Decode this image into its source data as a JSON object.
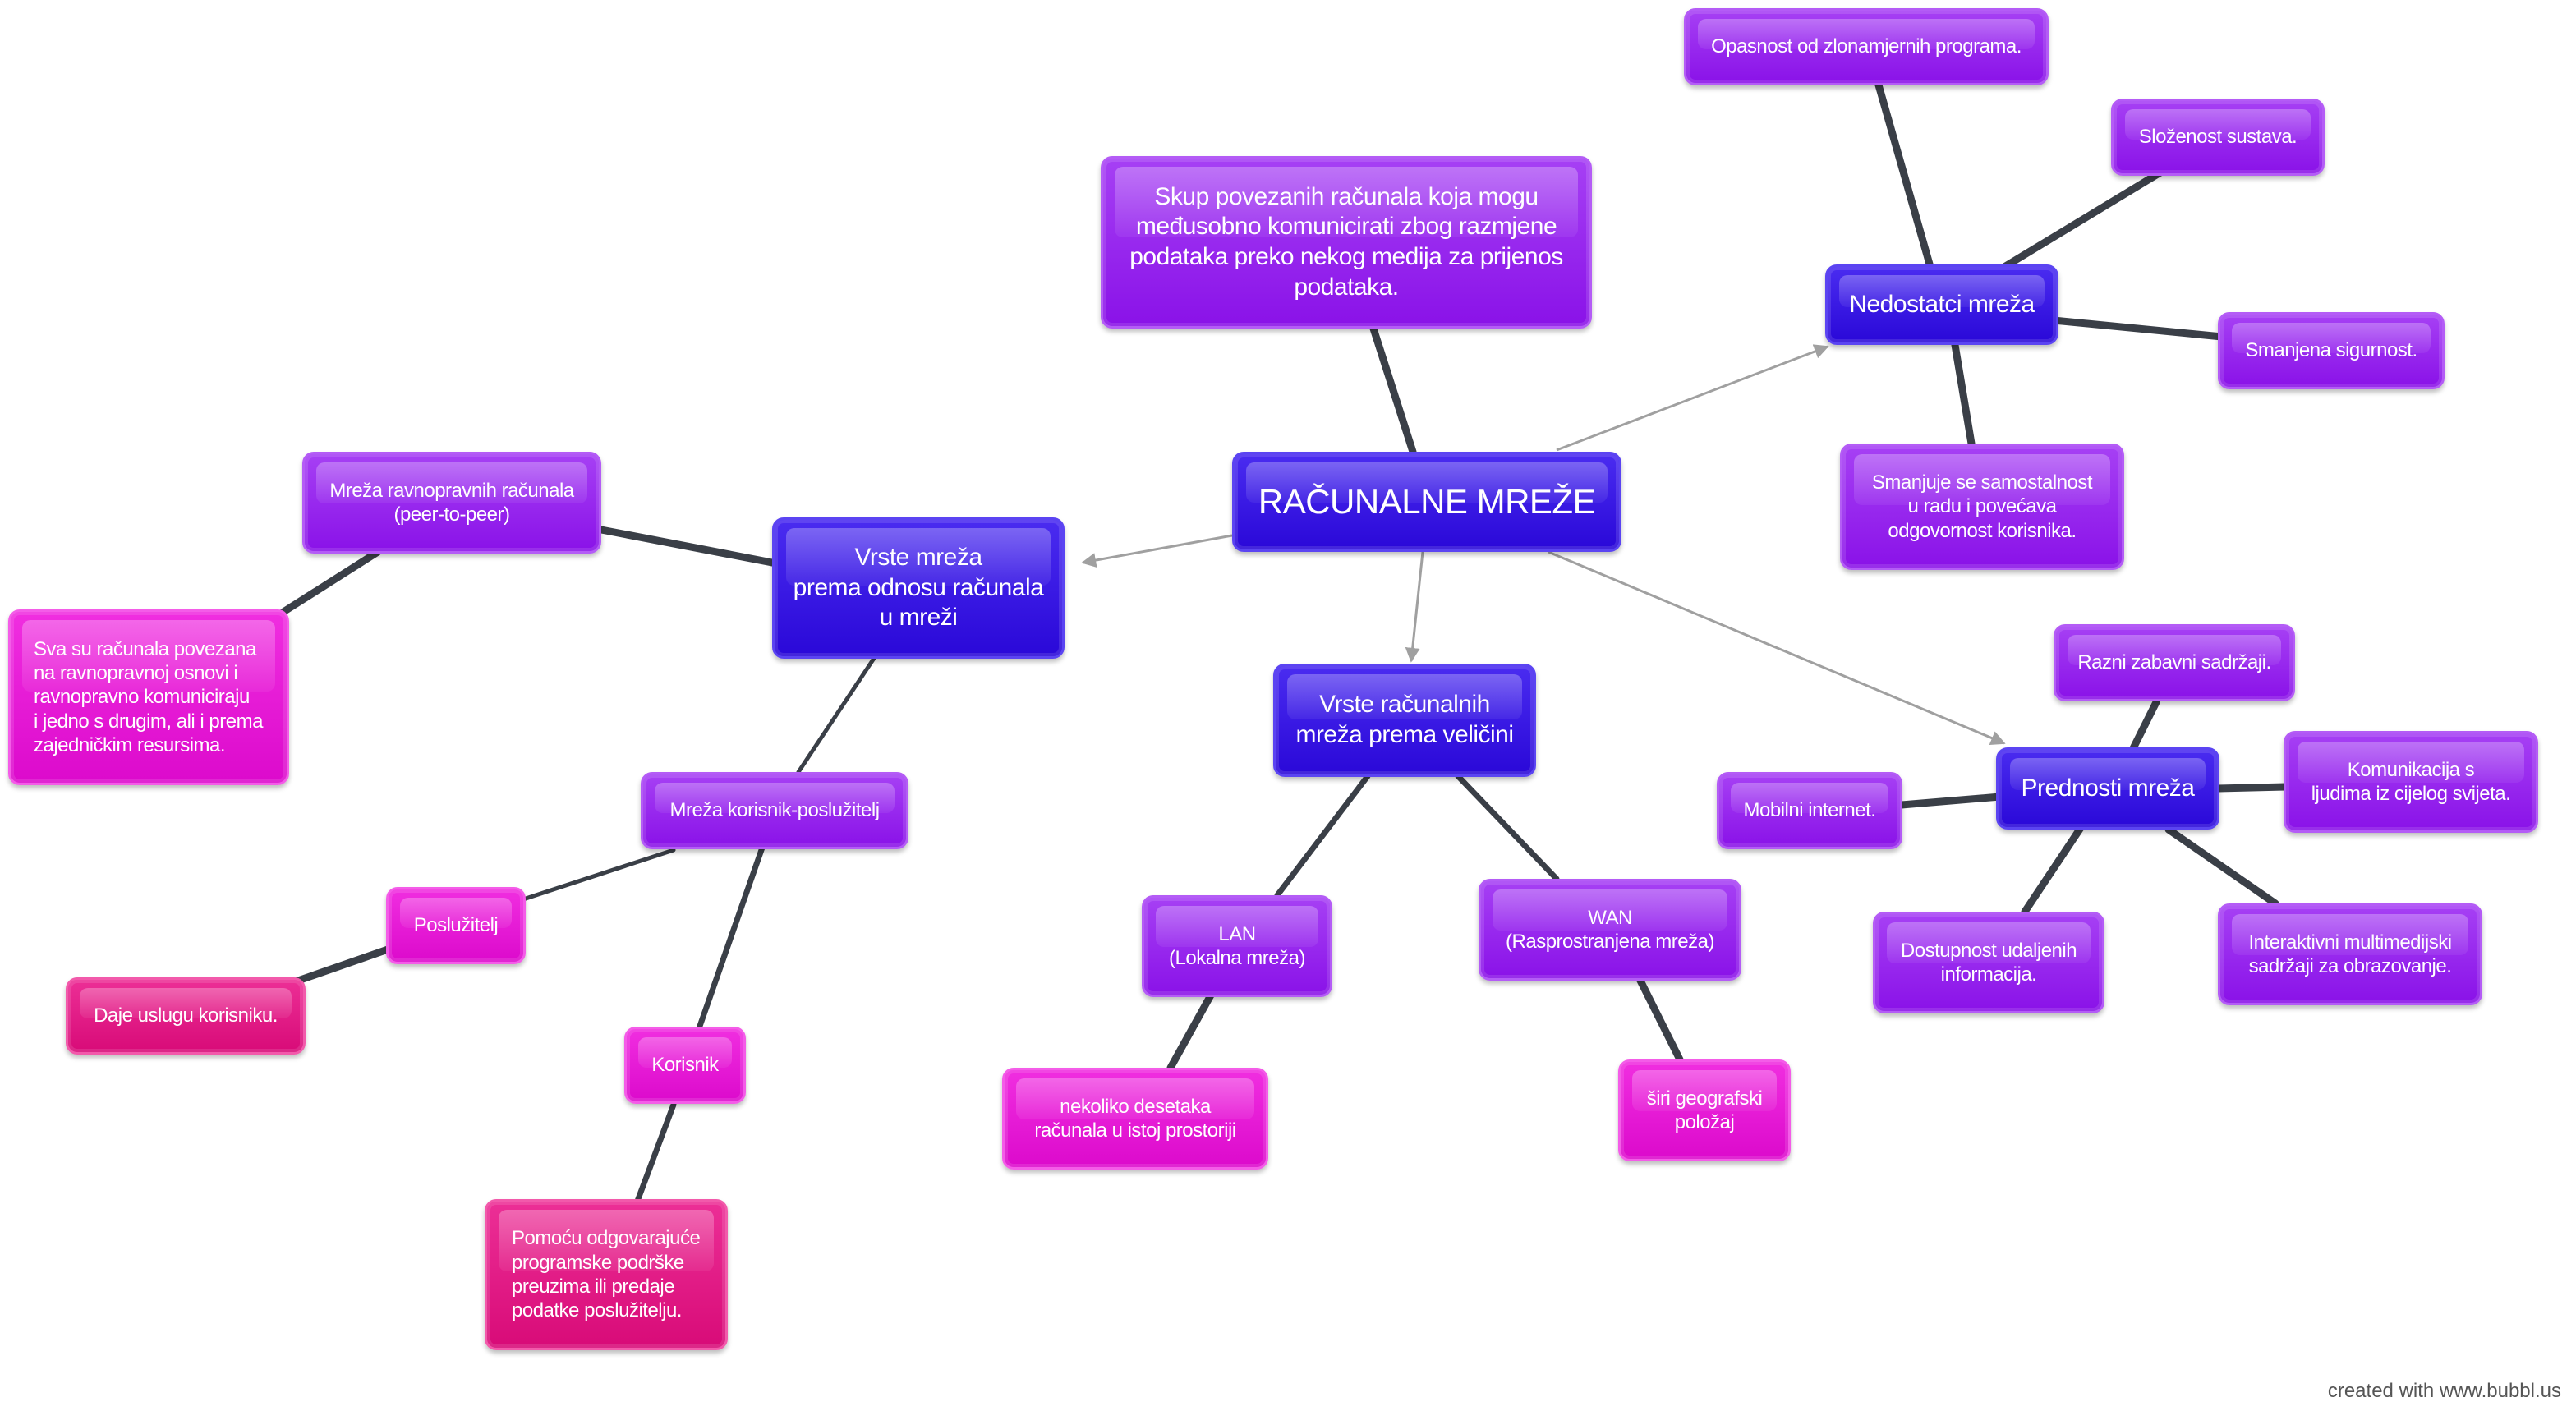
{
  "title": "RAČUNALNE MREŽE",
  "definition": "Skup povezanih računala koja mogu\nmeđusobno komunicirati zbog razmjene\npodataka preko nekog medija za prijenos\npodataka.",
  "disadvantages": {
    "label": "Nedostatci mreža",
    "items": [
      "Opasnost od zlonamjernih programa.",
      "Složenost sustava.",
      "Smanjena sigurnost.",
      "Smanjuje se samostalnost\nu radu i povećava\nodgovornost korisnika."
    ]
  },
  "advantages": {
    "label": "Prednosti mreža",
    "items": [
      "Razni zabavni sadržaji.",
      "Komunikacija s\nljudima iz cijelog svijeta.",
      "Mobilni internet.",
      "Dostupnost udaljenih\ninformacija.",
      "Interaktivni multimedijski\nsadržaji za obrazovanje."
    ]
  },
  "by_size": {
    "label": "Vrste računalnih\nmreža prema veličini",
    "lan": "LAN\n(Lokalna mreža)",
    "lan_desc": "nekoliko desetaka\nračunala  u istoj prostoriji",
    "wan": "WAN\n(Rasprostranjena mreža)",
    "wan_desc": "širi geografski\npoložaj"
  },
  "by_relation": {
    "label": "Vrste mreža\nprema odnosu računala\nu mreži",
    "p2p": "Mreža ravnopravnih računala\n(peer-to-peer)",
    "p2p_desc": "Sva su računala povezana\nna ravnopravnoj osnovi i\nravnopravno komuniciraju\ni jedno s drugim, ali i prema\nzajedničkim resursima.",
    "client_server": "Mreža korisnik-poslužitelj",
    "server": "Poslužitelj",
    "server_desc": "Daje uslugu korisniku.",
    "client": "Korisnik",
    "client_desc": "Pomoću odgovarajuće\nprogramske podrške\npreuzima ili predaje\npodatke poslužitelju."
  },
  "footer": "created with www.bubbl.us",
  "colors": {
    "blue": "#2a08d8",
    "purple": "#8a12e8",
    "magenta": "#dc0acc",
    "pink": "#d80b78",
    "edge": "#3a3f47",
    "arrow": "#a0a0a0"
  }
}
